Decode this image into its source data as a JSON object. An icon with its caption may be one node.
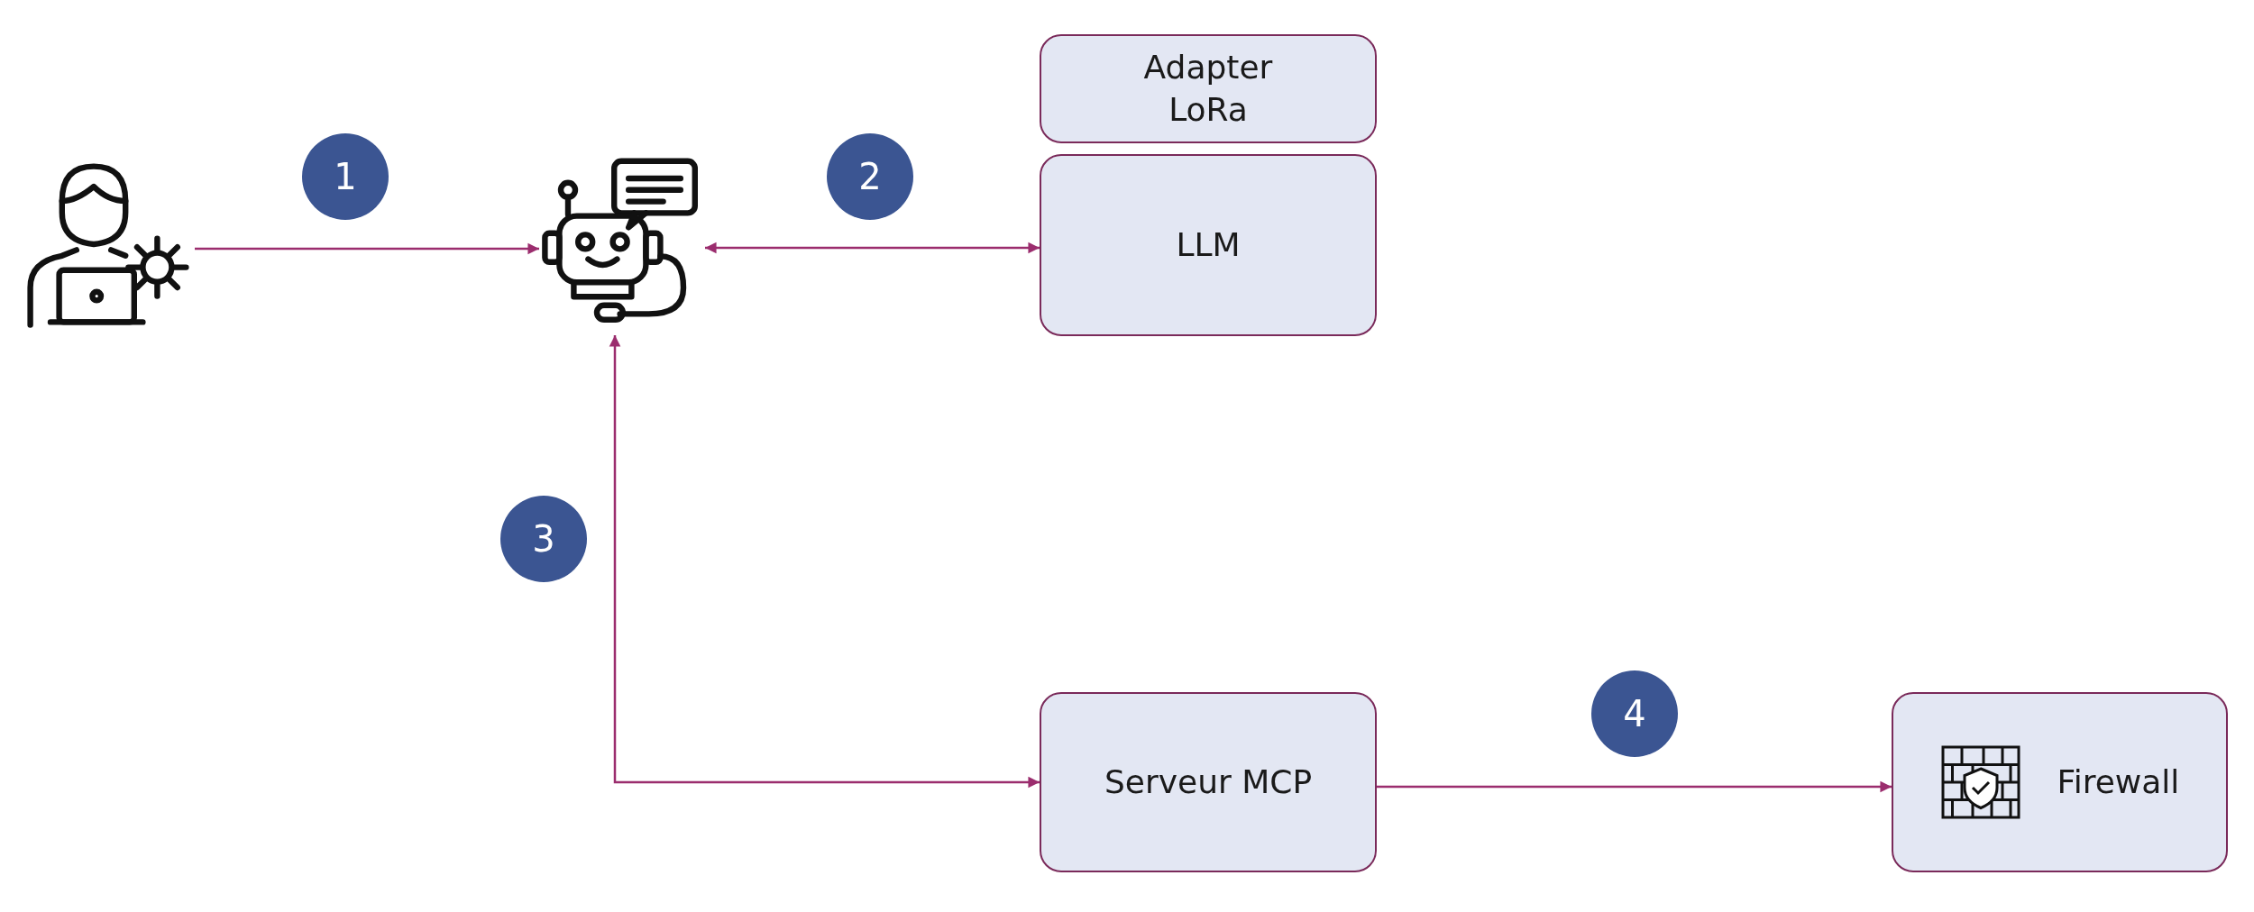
{
  "diagram": {
    "nodes": [
      {
        "text": [],
        "shape": "person"
      },
      {
        "text": [],
        "shape": "robot"
      },
      {
        "text": [
          "Adapter LoRa"
        ]
      },
      {
        "text": [
          "LLM"
        ]
      },
      {
        "text": [
          "Serveur MCP"
        ]
      },
      {
        "text": [
          "Firewall"
        ]
      }
    ],
    "edges": [
      {
        "from": 0,
        "to": 1,
        "arrow": "to"
      },
      {
        "from": 1,
        "to": 3,
        "arrow": "both"
      },
      {
        "from": 1,
        "to": 4,
        "arrow": "both"
      },
      {
        "from": 4,
        "to": 5,
        "arrow": "to"
      }
    ],
    "labels": [
      "1",
      "2",
      "3",
      "4"
    ]
  }
}
